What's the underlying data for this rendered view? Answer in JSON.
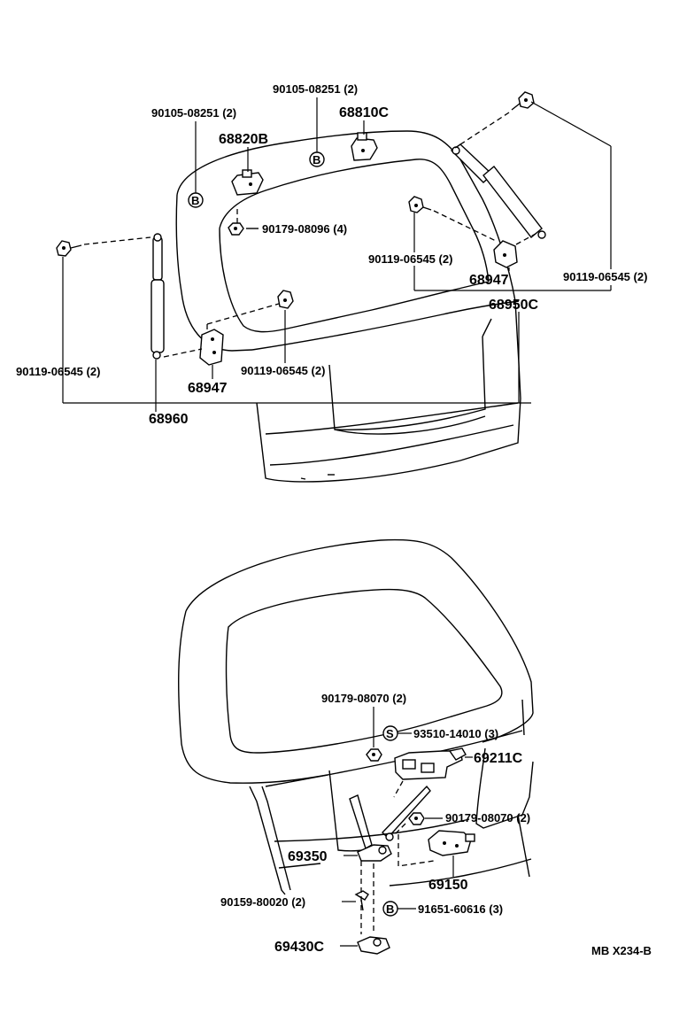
{
  "diagram_id": "MB X234-B",
  "upper": {
    "bolt_left_top": "90105-08251 (2)",
    "bolt_center_top": "90105-08251 (2)",
    "hinge_left": "68820B",
    "hinge_right": "68810C",
    "nut_hinge": "90179-08096 (4)",
    "stud_left": "90119-06545 (2)",
    "stud_left_inner": "90119-06545 (2)",
    "stud_right_inner": "90119-06545 (2)",
    "stud_right_outer": "90119-06545 (2)",
    "bracket_left": "68947",
    "bracket_right": "68947",
    "stay_left": "68960",
    "stay_right": "68950C",
    "badge_b": "B"
  },
  "lower": {
    "nut_lock_top": "90179-08070 (2)",
    "screw_s": "93510-14010 (3)",
    "lock_assy": "69211C",
    "nut_lock_mid": "90179-08070 (2)",
    "striker": "69350",
    "lock_motor": "69150",
    "screw_cover": "90159-80020 (2)",
    "bolt_b": "91651-60616 (3)",
    "cover": "69430C",
    "badge_s": "S",
    "badge_b": "B"
  }
}
